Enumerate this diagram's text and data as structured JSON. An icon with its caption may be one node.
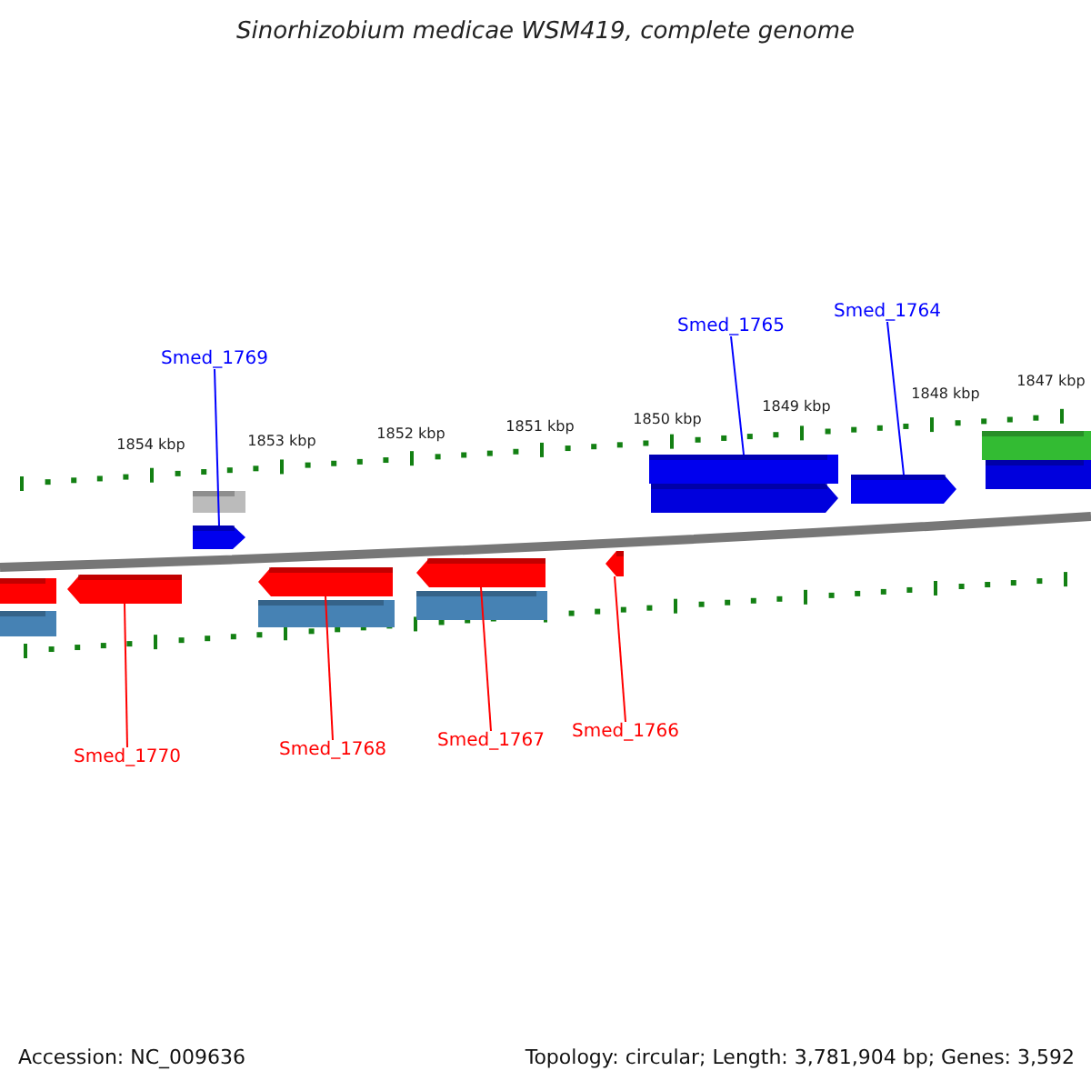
{
  "diagram": {
    "title": "Sinorhizobium medicae WSM419, complete genome",
    "nodes": [
      {
        "text": [
          "Smed_1769"
        ]
      },
      {
        "text": [
          "Smed_1765"
        ]
      },
      {
        "text": [
          "Smed_1764"
        ]
      },
      {
        "text": [
          "Smed_1770"
        ]
      },
      {
        "text": [
          "Smed_1768"
        ]
      },
      {
        "text": [
          "Smed_1767"
        ]
      },
      {
        "text": [
          "Smed_1766"
        ]
      },
      {
        "text": [],
        "shape": "bar"
      },
      {
        "text": [],
        "shape": "bar"
      },
      {
        "text": [],
        "shape": "bar"
      },
      {
        "text": [],
        "shape": "bar"
      },
      {
        "text": [],
        "shape": "bar"
      },
      {
        "text": [],
        "shape": "bar"
      },
      {
        "text": [],
        "shape": "bar"
      }
    ],
    "edges": [
      {
        "from": 0,
        "to": 7,
        "arrow": "none",
        "color": "#0000ff"
      },
      {
        "from": 1,
        "to": 8,
        "arrow": "none",
        "color": "#0000ff"
      },
      {
        "from": 2,
        "to": 9,
        "arrow": "none",
        "color": "#0000ff"
      },
      {
        "from": 3,
        "to": 10,
        "arrow": "none"
      },
      {
        "from": 4,
        "to": 11,
        "arrow": "none"
      },
      {
        "from": 5,
        "to": 12,
        "arrow": "none"
      },
      {
        "from": 6,
        "to": 13,
        "arrow": "none"
      }
    ],
    "labels": [
      "1854 kbp",
      "1853 kbp",
      "1852 kbp",
      "1851 kbp",
      "1850 kbp",
      "1849 kbp",
      "1848 kbp",
      "1847 kbp",
      "Accession: NC_009636",
      "Topology: circular; Length: 3,781,904 bp; Genes: 3,592"
    ]
  }
}
